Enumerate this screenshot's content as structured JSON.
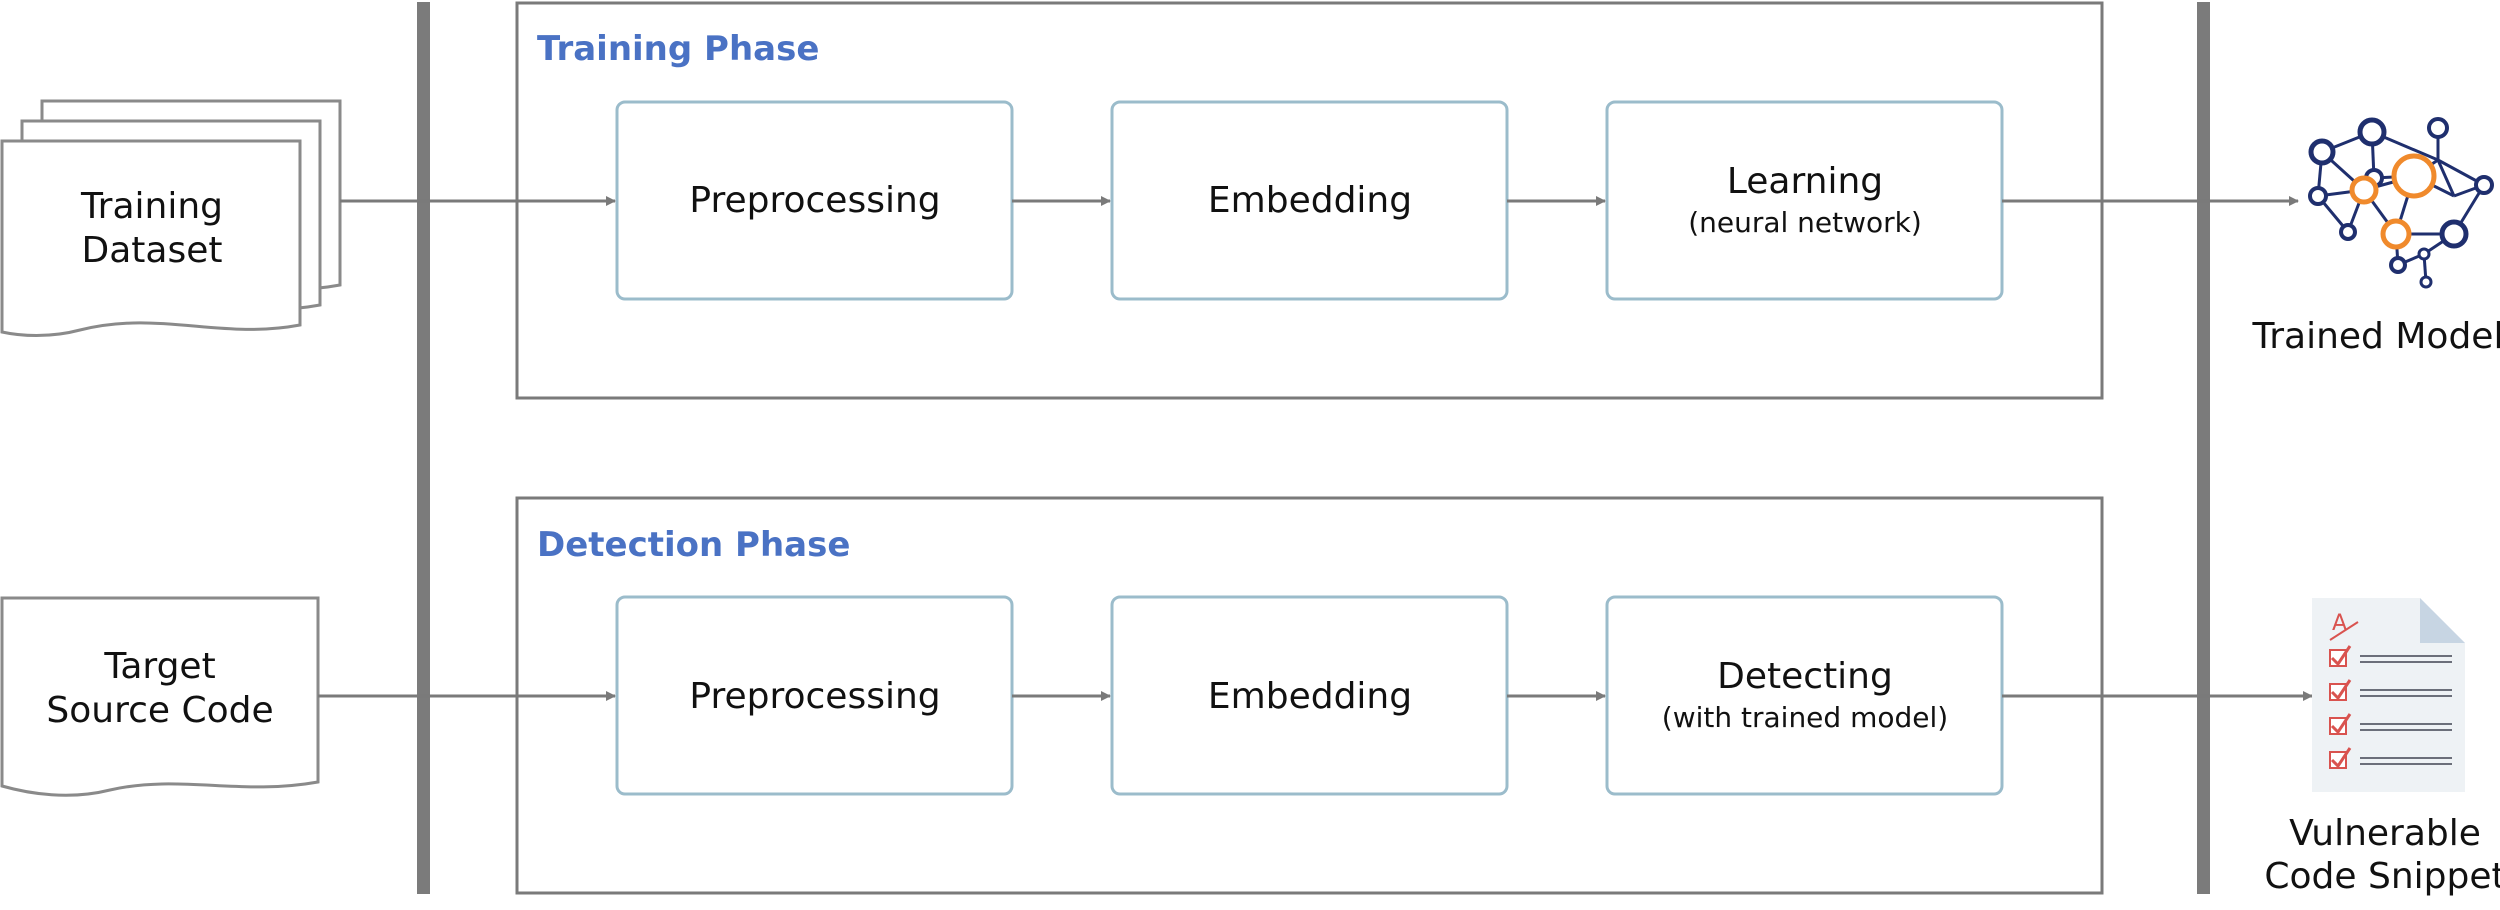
{
  "inputs": {
    "training_dataset": [
      "Training",
      "Dataset"
    ],
    "target_source_code": [
      "Target",
      "Source Code"
    ]
  },
  "phases": [
    {
      "title": "Training Phase",
      "steps": [
        {
          "label": "Preprocessing",
          "sublabel": ""
        },
        {
          "label": "Embedding",
          "sublabel": ""
        },
        {
          "label": "Learning",
          "sublabel": "(neural network)"
        }
      ]
    },
    {
      "title": "Detection Phase",
      "steps": [
        {
          "label": "Preprocessing",
          "sublabel": ""
        },
        {
          "label": "Embedding",
          "sublabel": ""
        },
        {
          "label": "Detecting",
          "sublabel": "(with trained model)"
        }
      ]
    }
  ],
  "outputs": {
    "trained_model": "Trained Model",
    "vulnerable_snippet": [
      "Vulnerable",
      "Code Snippet"
    ]
  },
  "colors": {
    "phase_title": "#4a72c4",
    "step_border": "#9bbccb",
    "frame": "#7a7a7a",
    "bar": "#7b7b7b",
    "network_node": "#1f2f6e",
    "network_highlight": "#f08a2c",
    "check": "#d9534f"
  },
  "icons": {
    "trained_model": "neural-network-icon",
    "vulnerable_snippet": "checklist-document-icon"
  }
}
